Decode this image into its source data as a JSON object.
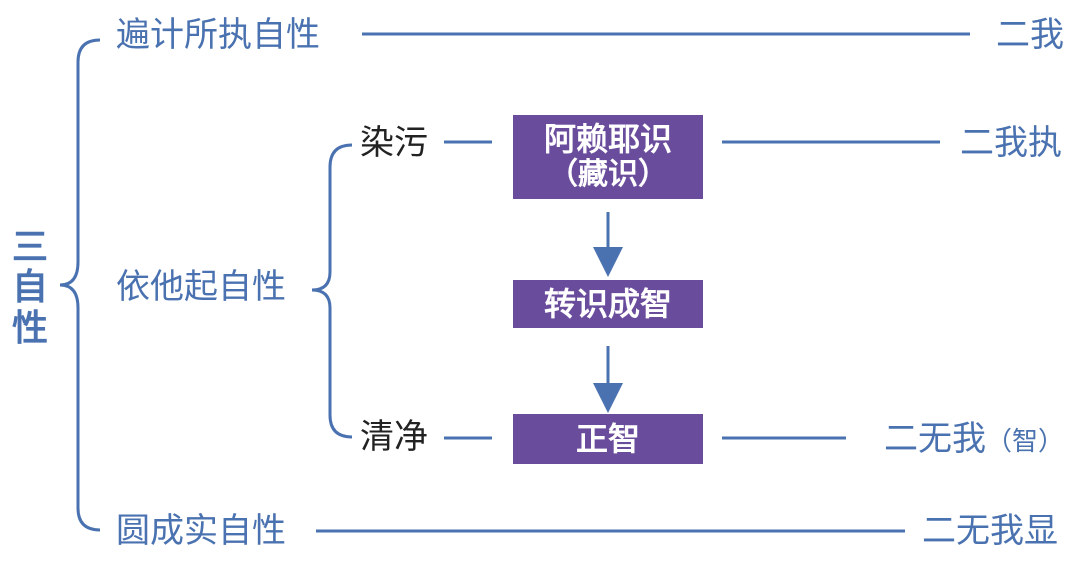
{
  "root": {
    "label": "三自性"
  },
  "branches": {
    "bianji": {
      "label": "遍计所执自性",
      "result": "二我"
    },
    "yita": {
      "label": "依他起自性",
      "ranwu": {
        "label": "染污",
        "box_line1": "阿赖耶识",
        "box_line2": "（藏识）",
        "result": "二我执"
      },
      "transform": {
        "box": "转识成智"
      },
      "qingjing": {
        "label": "清净",
        "box": "正智",
        "result": "二无我",
        "result_note": "（智）"
      }
    },
    "yuancheng": {
      "label": "圆成实自性",
      "result": "二无我显"
    }
  },
  "colors": {
    "text_blue": "#4a72b0",
    "line_blue": "#4a72b0",
    "box_purple": "#6a4c9c",
    "text_dark": "#222222"
  }
}
